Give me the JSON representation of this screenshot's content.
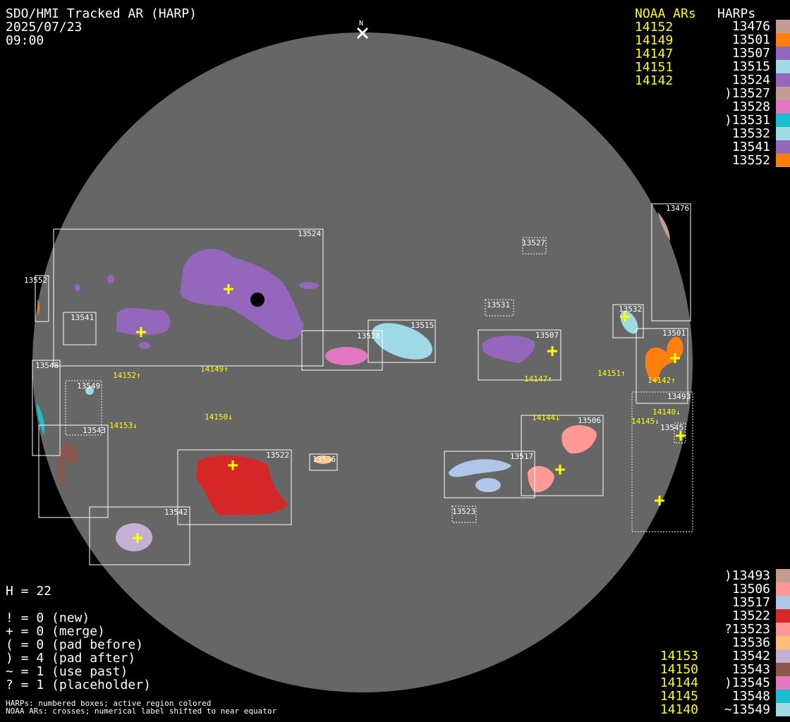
{
  "header": {
    "title": "SDO/HMI Tracked AR (HARP)",
    "date": "2025/07/23",
    "time": "09:00",
    "north": "N"
  },
  "noaa_top": {
    "heading": "NOAA ARs",
    "items": [
      "14152",
      "14149",
      "14147",
      "14151",
      "14142"
    ]
  },
  "harps_top": {
    "heading": "HARPs",
    "items": [
      {
        "label": "13476",
        "color": "#c49c94"
      },
      {
        "label": "13501",
        "color": "#ff7f0e"
      },
      {
        "label": "13507",
        "color": "#9467bd"
      },
      {
        "label": "13515",
        "color": "#9edae5"
      },
      {
        "label": "13524",
        "color": "#9467bd"
      },
      {
        "label": ")13527",
        "color": "#c49c94"
      },
      {
        "label": "13528",
        "color": "#e377c2"
      },
      {
        "label": ")13531",
        "color": "#17becf"
      },
      {
        "label": "13532",
        "color": "#9edae5"
      },
      {
        "label": "13541",
        "color": "#9467bd"
      },
      {
        "label": "13552",
        "color": "#ff7f0e"
      }
    ]
  },
  "harps_bottom": {
    "items": [
      {
        "label": ")13493",
        "color": "#c49c94",
        "noaa": ""
      },
      {
        "label": "13506",
        "color": "#ff9896",
        "noaa": ""
      },
      {
        "label": "13517",
        "color": "#aec7e8",
        "noaa": ""
      },
      {
        "label": "13522",
        "color": "#d62728",
        "noaa": ""
      },
      {
        "label": "?13523",
        "color": "#ff9896",
        "noaa": ""
      },
      {
        "label": "13536",
        "color": "#ffbb78",
        "noaa": ""
      },
      {
        "label": "13542",
        "color": "#c5b0d5",
        "noaa": "14153"
      },
      {
        "label": "13543",
        "color": "#8c564b",
        "noaa": "14150"
      },
      {
        "label": ")13545",
        "color": "#e377c2",
        "noaa": "14144"
      },
      {
        "label": "13548",
        "color": "#17becf",
        "noaa": "14145"
      },
      {
        "label": "~13549",
        "color": "#9edae5",
        "noaa": "14140"
      }
    ]
  },
  "stats": {
    "h": "H = 22",
    "lines": [
      "! = 0 (new)",
      "+ = 0 (merge)",
      "( = 0 (pad before)",
      ") = 4 (pad after)",
      "~ = 1 (use past)",
      "? = 1 (placeholder)"
    ]
  },
  "footnote": [
    "HARPs: numbered boxes; active region colored",
    "NOAA ARs: crosses; numerical label shifted to near equator"
  ],
  "box_labels": {
    "b13524": "13524",
    "b13552": "13552",
    "b13541": "13541",
    "b13528": "13528",
    "b13515": "13515",
    "b13527": "13527",
    "b13531": "13531",
    "b13507": "13507",
    "b13532": "13532",
    "b13476": "13476",
    "b13501": "13501",
    "b13493": "13493",
    "b13545": "13545",
    "b13548": "13548",
    "b13549": "13549",
    "b13543": "13543",
    "b13542": "13542",
    "b13522": "13522",
    "b13536": "13536",
    "b13517": "13517",
    "b13506": "13506",
    "b13523": "13523"
  },
  "noaa_labels": {
    "n14152": "14152↑",
    "n14149": "14149↑",
    "n14151": "14151↑",
    "n14147": "14147↑",
    "n14142": "14142↑",
    "n14150": "14150↓",
    "n14153": "14153↓",
    "n14144": "14144↓",
    "n14140": "14140↓",
    "n14145": "14145↓"
  }
}
